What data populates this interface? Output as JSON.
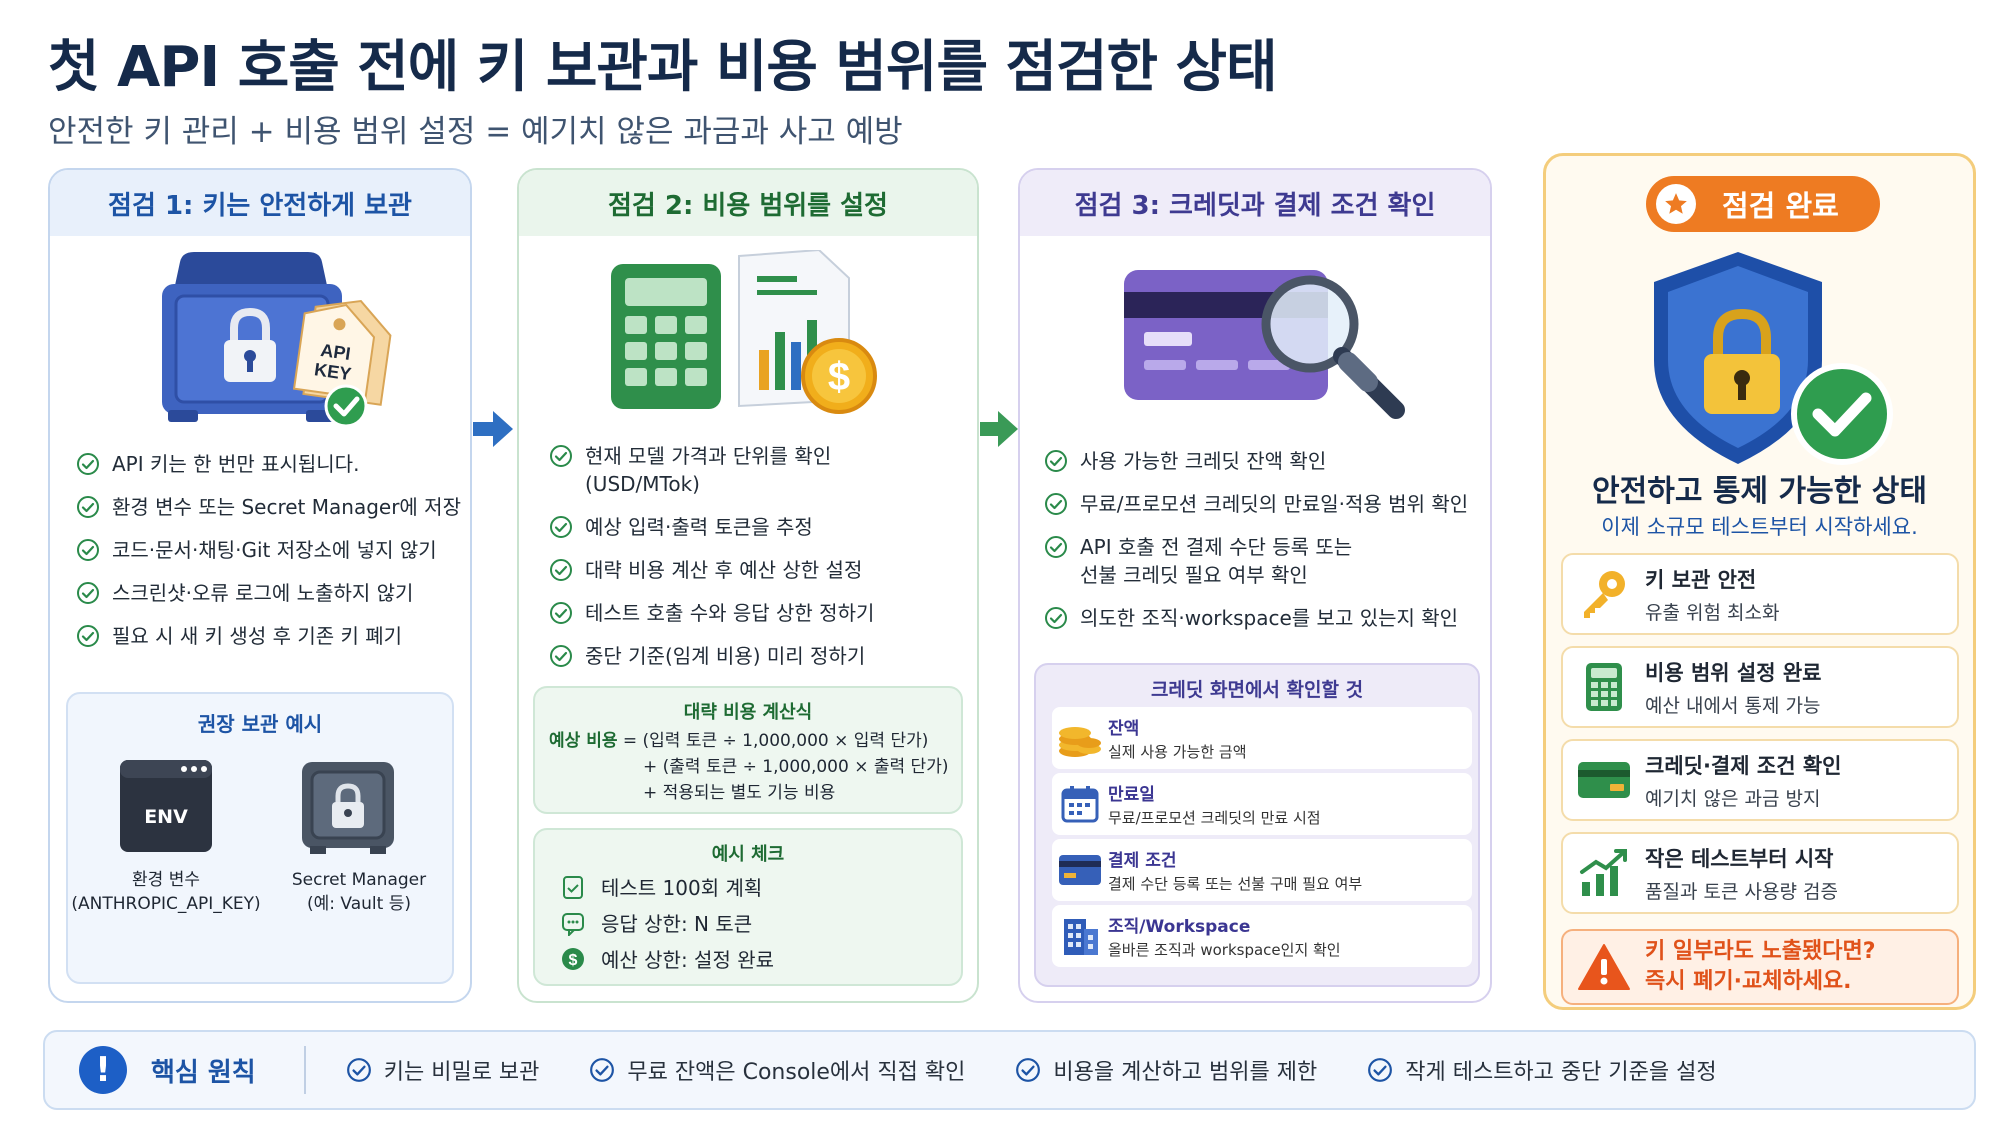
{
  "header": {
    "title": "첫 API 호출 전에 키 보관과 비용 범위를 점검한 상태",
    "subtitle": "안전한 키 관리 + 비용 범위 설정 = 예기치 않은 과금과 사고 예방"
  },
  "colors": {
    "blue": "#1d54a5",
    "green": "#1e6b33",
    "purple": "#3e3a91",
    "orange": "#ee7b22",
    "check_blue": "#2a8a4a"
  },
  "step1": {
    "title": "점검 1: 키는 안전하게 보관",
    "tag_text": "API\nKEY",
    "items": [
      "API 키는 한 번만 표시됩니다.",
      "환경 변수 또는 Secret Manager에 저장",
      "코드·문서·채팅·Git 저장소에 넣지 않기",
      "스크린샷·오류 로그에 노출하지 않기",
      "필요 시 새 키 생성 후 기존 키 폐기"
    ],
    "storage": {
      "title": "권장 보관 예시",
      "env_icon_text": "ENV",
      "env_label_1": "환경 변수",
      "env_label_2": "(ANTHROPIC_API_KEY)",
      "sm_label_1": "Secret Manager",
      "sm_label_2": "(예: Vault 등)"
    }
  },
  "step2": {
    "title": "점검 2: 비용 범위를 설정",
    "items": [
      "현재 모델 가격과 단위를 확인\n(USD/MTok)",
      "예상 입력·출력 토큰을 추정",
      "대략 비용 계산 후 예산 상한 설정",
      "테스트 호출 수와 응답 상한 정하기",
      "중단 기준(임계 비용) 미리 정하기"
    ],
    "formula": {
      "title": "대략 비용 계산식",
      "label": "예상 비용",
      "line1": "= (입력 토큰 ÷ 1,000,000 × 입력 단가)",
      "line2": "+ (출력 토큰 ÷ 1,000,000 × 출력 단가)",
      "line3": "+ 적용되는 별도 기능 비용"
    },
    "example": {
      "title": "예시 체크",
      "items": [
        "테스트 100회 계획",
        "응답 상한: N 토큰",
        "예산 상한: 설정 완료"
      ]
    }
  },
  "step3": {
    "title": "점검 3: 크레딧과 결제 조건 확인",
    "items": [
      "사용 가능한 크레딧 잔액 확인",
      "무료/프로모션 크레딧의 만료일·적용 범위 확인",
      "API 호출 전 결제 수단 등록 또는\n선불 크레딧 필요 여부 확인",
      "의도한 조직·workspace를 보고 있는지 확인"
    ],
    "credit_screen": {
      "title": "크레딧 화면에서 확인할 것",
      "rows": [
        {
          "title": "잔액",
          "desc": "실제 사용 가능한 금액"
        },
        {
          "title": "만료일",
          "desc": "무료/프로모션 크레딧의 만료 시점"
        },
        {
          "title": "결제 조건",
          "desc": "결제 수단 등록 또는 선불 구매 필요 여부"
        },
        {
          "title": "조직/Workspace",
          "desc": "올바른 조직과 workspace인지 확인"
        }
      ]
    }
  },
  "done": {
    "badge": "점검 완료",
    "state_title": "안전하고 통제 가능한 상태",
    "state_sub": "이제 소규모 테스트부터 시작하세요.",
    "cards": [
      {
        "title": "키 보관 안전",
        "desc": "유출 위험 최소화"
      },
      {
        "title": "비용 범위 설정 완료",
        "desc": "예산 내에서 통제 가능"
      },
      {
        "title": "크레딧·결제 조건 확인",
        "desc": "예기치 않은 과금 방지"
      },
      {
        "title": "작은 테스트부터 시작",
        "desc": "품질과 토큰 사용량 검증"
      }
    ],
    "warning": "키 일부라도 노출됐다면?\n즉시 폐기·교체하세요."
  },
  "footer": {
    "label": "핵심 원칙",
    "items": [
      "키는 비밀로 보관",
      "무료 잔액은 Console에서 직접 확인",
      "비용을 계산하고 범위를 제한",
      "작게 테스트하고 중단 기준을 설정"
    ]
  }
}
